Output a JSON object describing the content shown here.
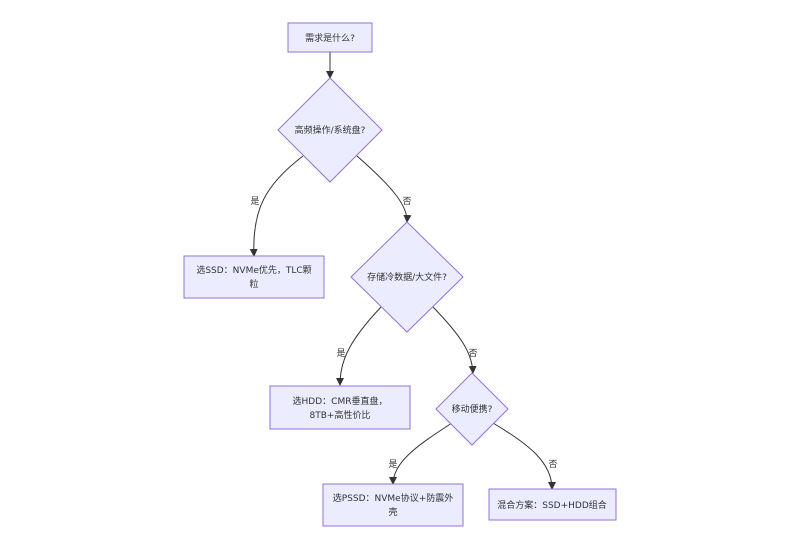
{
  "colors": {
    "node_fill": "#ECECFF",
    "node_stroke": "#9370DB",
    "edge": "#333333",
    "text": "#333333"
  },
  "nodes": {
    "start": {
      "text": "需求是什么?"
    },
    "q_high_freq": {
      "text": "高频操作/系统盘?"
    },
    "ans_ssd": {
      "lines": [
        "选SSD：NVMe优先，TLC颗",
        "粒"
      ]
    },
    "q_cold": {
      "text": "存储冷数据/大文件?"
    },
    "ans_hdd": {
      "lines": [
        "选HDD：CMR垂直盘，",
        "8TB+高性价比"
      ]
    },
    "q_mobile": {
      "text": "移动便携?"
    },
    "ans_pssd": {
      "lines": [
        "选PSSD：NVMe协议+防震外",
        "壳"
      ]
    },
    "ans_mix": {
      "text": "混合方案：SSD+HDD组合"
    }
  },
  "edges": {
    "yes1": "是",
    "no1": "否",
    "yes2": "是",
    "no2": "否",
    "yes3": "是",
    "no3": "否"
  }
}
